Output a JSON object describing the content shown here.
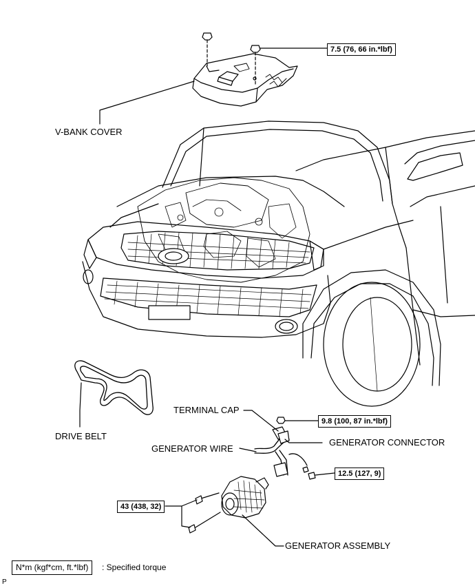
{
  "labels": {
    "v_bank_cover": "V-BANK COVER",
    "drive_belt": "DRIVE BELT",
    "terminal_cap": "TERMINAL CAP",
    "generator_wire": "GENERATOR WIRE",
    "generator_connector": "GENERATOR CONNECTOR",
    "generator_assembly": "GENERATOR ASSEMBLY"
  },
  "torques": {
    "cover_nut": "7.5 (76, 66 in.*lbf)",
    "terminal_nut": "9.8 (100, 87 in.*lbf)",
    "wire_bolt": "12.5 (127, 9)",
    "generator_bolt": "43 (438, 32)"
  },
  "legend": {
    "units": "N*m (kgf*cm, ft.*lbf)",
    "meaning": ": Specified torque"
  },
  "corner_mark": "P"
}
